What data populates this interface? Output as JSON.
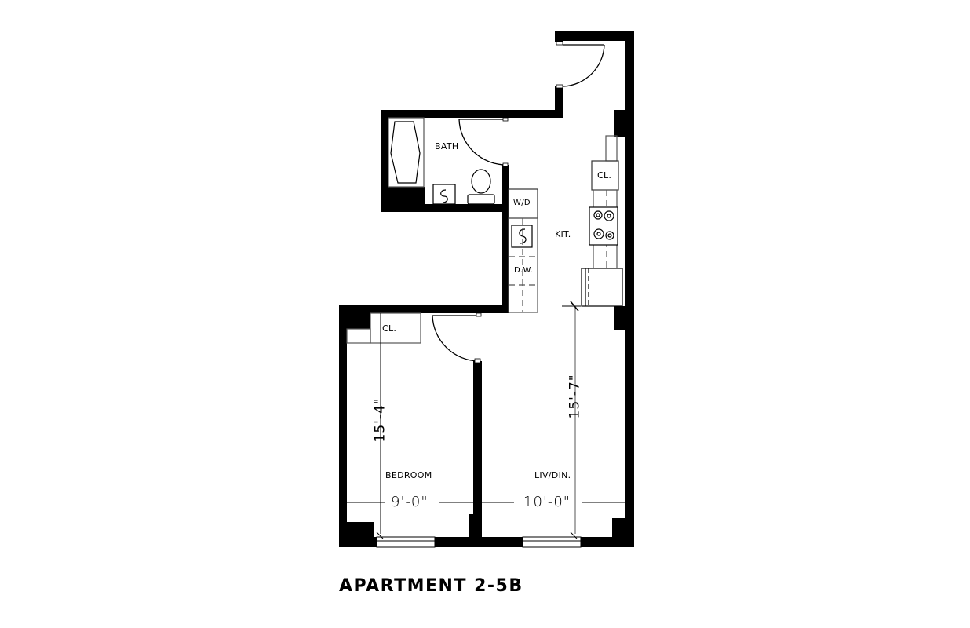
{
  "title": "APARTMENT 2-5B",
  "rooms": [
    {
      "id": "bath",
      "label": "BATH"
    },
    {
      "id": "kitchen",
      "label": "KIT."
    },
    {
      "id": "bedroom",
      "label": "BEDROOM"
    },
    {
      "id": "living",
      "label": "LIV/DIN."
    }
  ],
  "fixtures": {
    "washer_dryer": "W/D",
    "dishwasher": "D.W.",
    "kitchen_closet": "CL.",
    "bedroom_closet": "CL."
  },
  "dimensions": {
    "bedroom_width": "9'-0\"",
    "bedroom_length": "15'-4\"",
    "living_width": "10'-0\"",
    "living_length": "15'-7\""
  },
  "colors": {
    "wall": "#000000",
    "fixture_line": "#555555",
    "background": "#ffffff"
  }
}
